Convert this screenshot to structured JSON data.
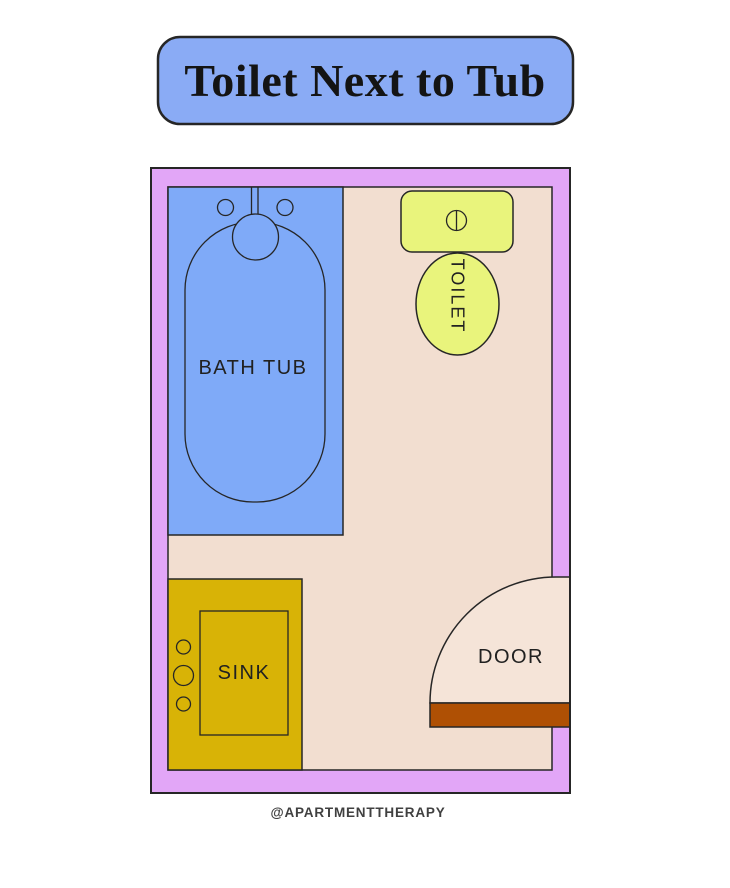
{
  "header": {
    "title": "Toilet Next to Tub"
  },
  "floor_plan": {
    "room": "bathroom",
    "labels": {
      "bathtub": "BATH TUB",
      "toilet": "TOILET",
      "sink": "SINK",
      "door": "DOOR"
    }
  },
  "footer": {
    "credit": "@APARTMENTTHERAPY"
  },
  "colors": {
    "banner_fill": "#8aabf5",
    "outline": "#262626",
    "title_text": "#141414",
    "wall": "#e2a6f7",
    "floor": "#f2ded0",
    "door_swing": "#f5e4d8",
    "bathtub": "#7faaf8",
    "toilet": "#e9f47c",
    "sink": "#d8b306",
    "door": "#af5004",
    "label_text": "#212121",
    "footer_text": "#404040"
  }
}
